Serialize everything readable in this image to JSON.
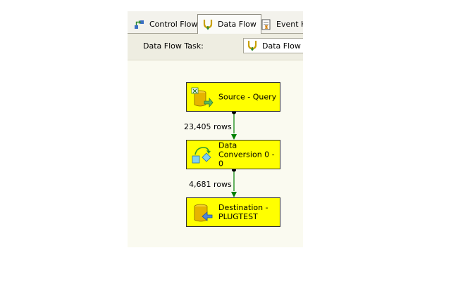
{
  "tabs": [
    {
      "label": "Control Flow",
      "icon": "control-flow-icon",
      "active": false
    },
    {
      "label": "Data Flow",
      "icon": "data-flow-icon",
      "active": true
    },
    {
      "label": "Event Handlers",
      "icon": "event-handlers-icon",
      "active": false
    }
  ],
  "toolbar": {
    "task_label": "Data Flow Task:",
    "task_value": "Data Flow Task"
  },
  "components": [
    {
      "name": "Source - Query",
      "icon": "excel-source-icon"
    },
    {
      "name": "Data Conversion 0 - 0",
      "icon": "data-conversion-icon"
    },
    {
      "name": "Destination - PLUGTEST",
      "icon": "db-destination-icon"
    }
  ],
  "paths": [
    {
      "rows": "23,405 rows"
    },
    {
      "rows": "4,681 rows"
    }
  ],
  "colors": {
    "component_fill": "#ffff00",
    "path_arrow": "#008000",
    "canvas": "#fafaf0"
  }
}
